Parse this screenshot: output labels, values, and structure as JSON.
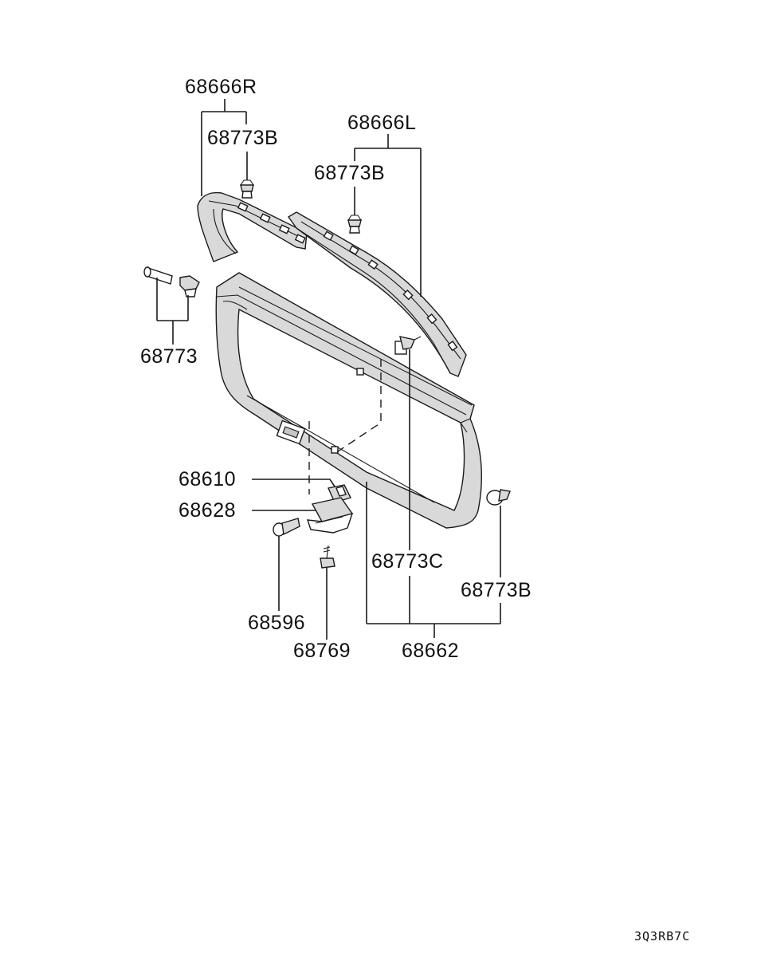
{
  "diagram": {
    "labels": {
      "p68666R": "68666R",
      "p68773B_a": "68773B",
      "p68666L": "68666L",
      "p68773B_b": "68773B",
      "p68773": "68773",
      "p68610": "68610",
      "p68628": "68628",
      "p68773C": "68773C",
      "p68773B_c": "68773B",
      "p68596": "68596",
      "p68769": "68769",
      "p68662": "68662"
    },
    "figure_code": "3Q3RB7C"
  }
}
